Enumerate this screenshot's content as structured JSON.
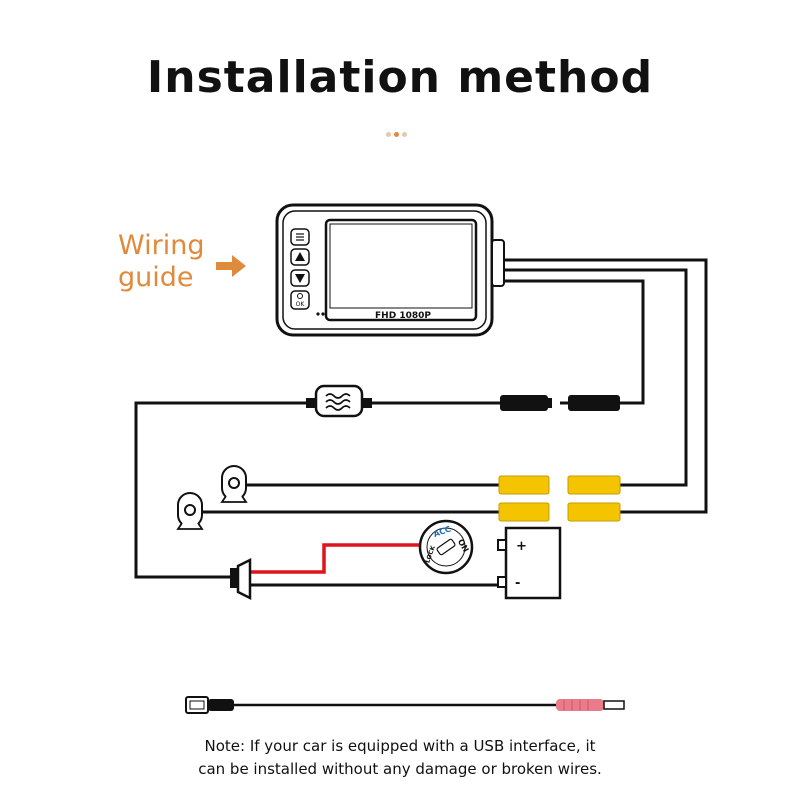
{
  "title": "Installation method",
  "wiring_guide": {
    "line1": "Wiring",
    "line2": "guide"
  },
  "device": {
    "screen_label": "FHD 1080P",
    "ok_label": "OK"
  },
  "ignition_key": {
    "acc": "ACC",
    "on": "ON",
    "lock": "LOCK"
  },
  "battery": {
    "plus": "+",
    "minus": "-"
  },
  "note": {
    "line1": "Note: If your car is equipped with a USB interface, it",
    "line2": "can be installed without any damage or broken wires."
  },
  "colors": {
    "accent": "#e08a3c",
    "wire": "#111111",
    "power_wire": "#e0121b",
    "connector_yellow": "#f5c400",
    "usb_tip": "#e97b8a"
  }
}
